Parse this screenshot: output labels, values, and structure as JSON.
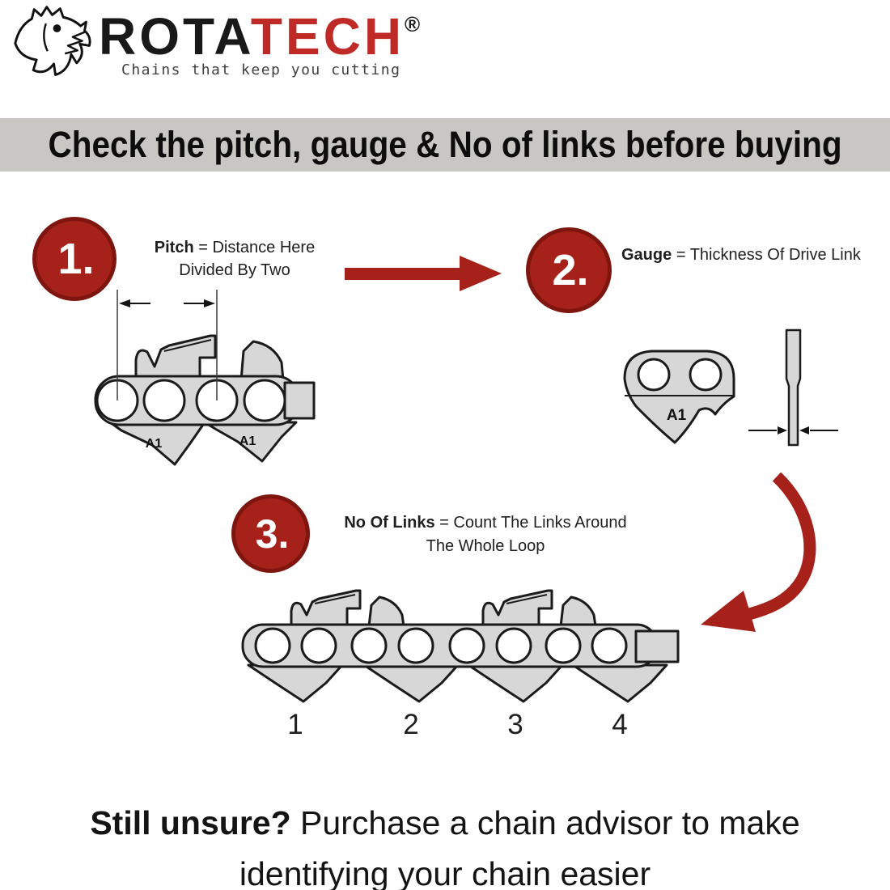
{
  "logo": {
    "brand_black": "ROTA",
    "brand_red": "TECH",
    "registered_mark": "®",
    "tagline": "Chains that keep you cutting"
  },
  "banner": {
    "text": "Check the pitch, gauge & No of links before buying"
  },
  "step1": {
    "number": "1.",
    "term": "Pitch",
    "definition": "= Distance Here",
    "definition_line2": "Divided By Two",
    "link_label_left": "A1",
    "link_label_right": "A1"
  },
  "step2": {
    "number": "2.",
    "term": "Gauge",
    "definition": "= Thickness Of Drive Link",
    "link_label": "A1"
  },
  "step3": {
    "number": "3.",
    "term": "No Of Links",
    "definition": "= Count The Links Around",
    "definition_line2": "The Whole Loop",
    "link_numbers": [
      "1",
      "2",
      "3",
      "4"
    ]
  },
  "footer": {
    "lead": "Still unsure?",
    "line1_rest": "Purchase a chain advisor to make",
    "line2": "identifying your chain easier"
  },
  "colors": {
    "accent": "#a5211a",
    "brand_red": "#bf2a26",
    "banner_bg": "#c9c7c4",
    "chain_fill": "#d7d7d7",
    "chain_stroke": "#1b1b1b"
  }
}
